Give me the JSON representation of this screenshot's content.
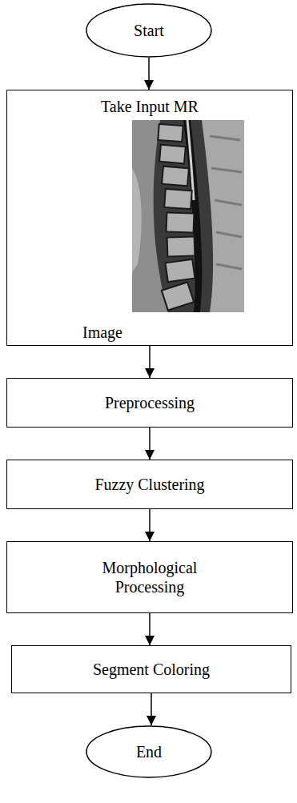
{
  "diagram": {
    "nodes": [
      {
        "text": [
          "Start"
        ]
      },
      {
        "text": [
          "Take Input MR",
          "Image"
        ]
      },
      {
        "text": [
          "Preprocessing"
        ]
      },
      {
        "text": [
          "Fuzzy Clustering"
        ]
      },
      {
        "text": [
          "Morphological Processing"
        ]
      },
      {
        "text": [
          "Segment Coloring"
        ]
      },
      {
        "text": [
          "End"
        ]
      }
    ],
    "edges": [
      {
        "from": 0,
        "to": 1,
        "arrow": "to"
      },
      {
        "from": 1,
        "to": 2,
        "arrow": "to"
      },
      {
        "from": 2,
        "to": 3,
        "arrow": "to"
      },
      {
        "from": 3,
        "to": 4,
        "arrow": "to"
      },
      {
        "from": 4,
        "to": 5,
        "arrow": "to"
      },
      {
        "from": 5,
        "to": 6,
        "arrow": "to"
      }
    ]
  }
}
